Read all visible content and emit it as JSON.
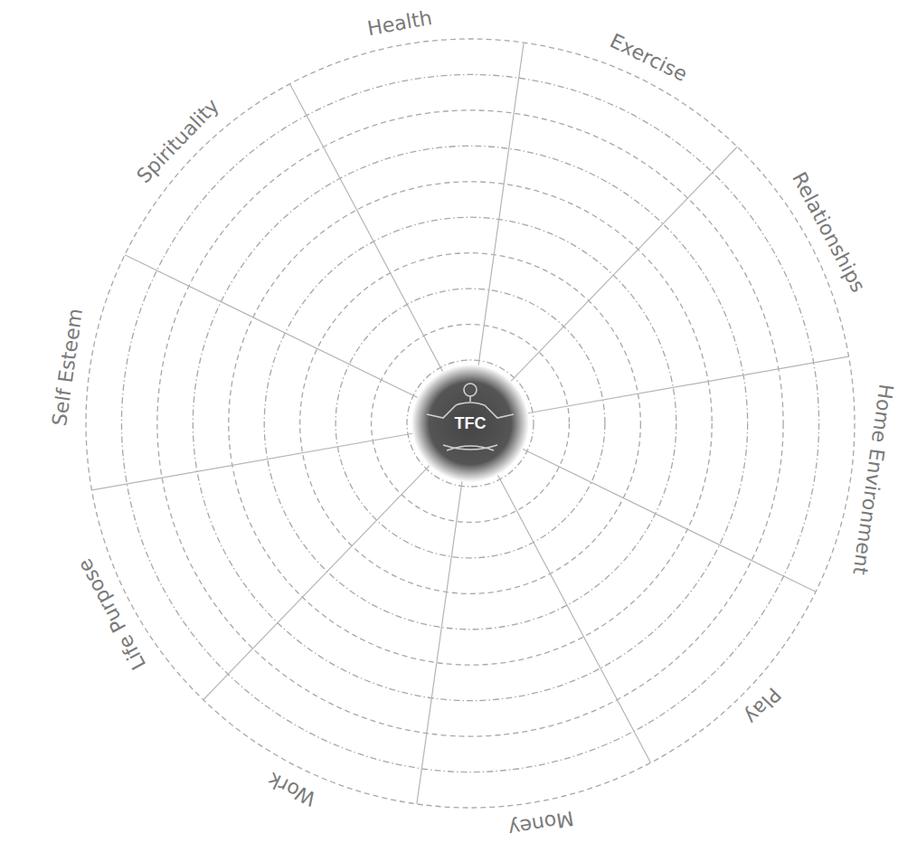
{
  "diagram": {
    "nodes": [
      {
        "text": [
          "TFC"
        ]
      }
    ],
    "labels": [
      "Health",
      "Exercise",
      "Relationships",
      "Home Environment",
      "Play",
      "Money",
      "Work",
      "Life Purpose",
      "Self Esteem",
      "Spirituality"
    ]
  }
}
